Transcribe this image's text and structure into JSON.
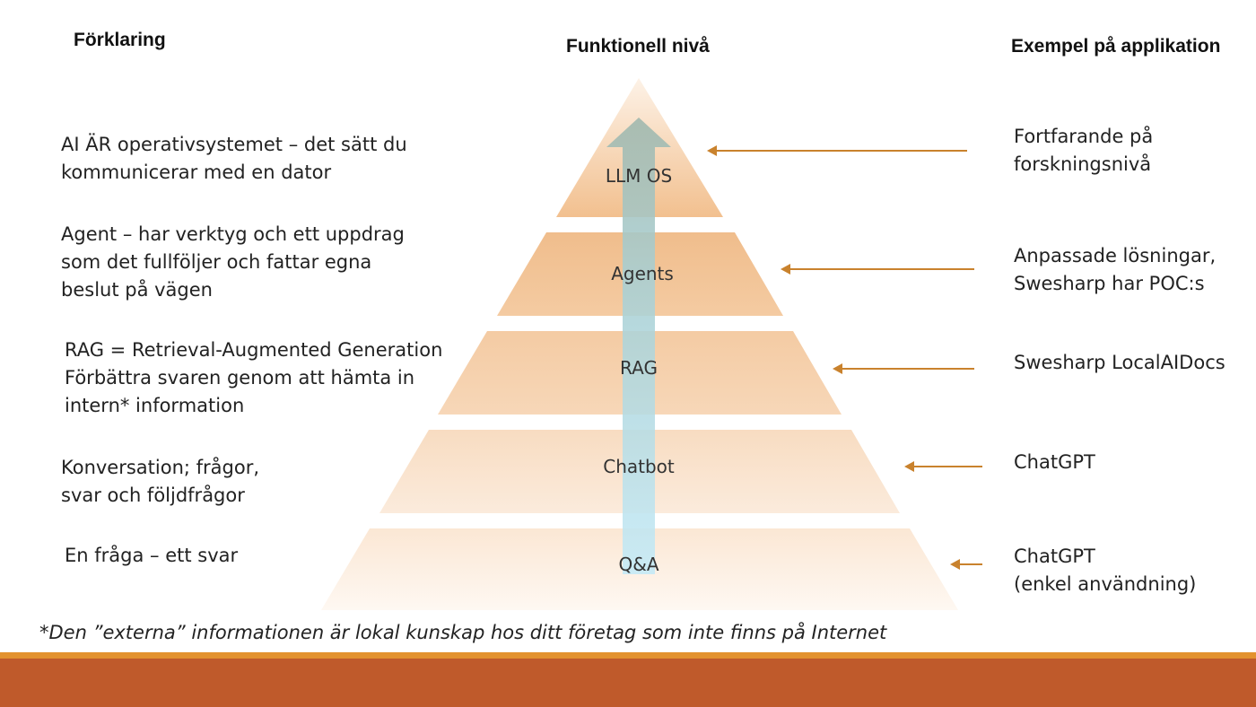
{
  "headers": {
    "left": "Förklaring",
    "center": "Funktionell nivå",
    "right": "Exempel på applikation"
  },
  "levels": [
    {
      "label": "LLM OS",
      "explanation": "AI ÄR operativsystemet – det sätt du\nkommunicerar med en dator",
      "example": "Fortfarande på\nforskningsnivå"
    },
    {
      "label": "Agents",
      "explanation": "Agent – har verktyg och ett uppdrag\nsom det fullföljer och fattar egna\nbeslut på vägen",
      "example": "Anpassade lösningar,\nSwesharp har POC:s"
    },
    {
      "label": "RAG",
      "explanation": "RAG = Retrieval-Augmented Generation\nFörbättra svaren genom att hämta in\nintern* information",
      "example": "Swesharp LocalAIDocs"
    },
    {
      "label": "Chatbot",
      "explanation": "Konversation; frågor,\nsvar och följdfrågor",
      "example": "ChatGPT"
    },
    {
      "label": "Q&A",
      "explanation": "En fråga – ett svar",
      "example": "ChatGPT\n(enkel användning)"
    }
  ],
  "footnote": "*Den ”externa” informationen är lokal kunskap hos ditt företag som inte finns på Internet",
  "colors": {
    "pyramid": "#f3c699",
    "arrow_fill": "#bfe6f5",
    "pointer_arrows": "#c9822d",
    "footer_band": "#bf5a2b",
    "footer_line": "#e3922f"
  }
}
